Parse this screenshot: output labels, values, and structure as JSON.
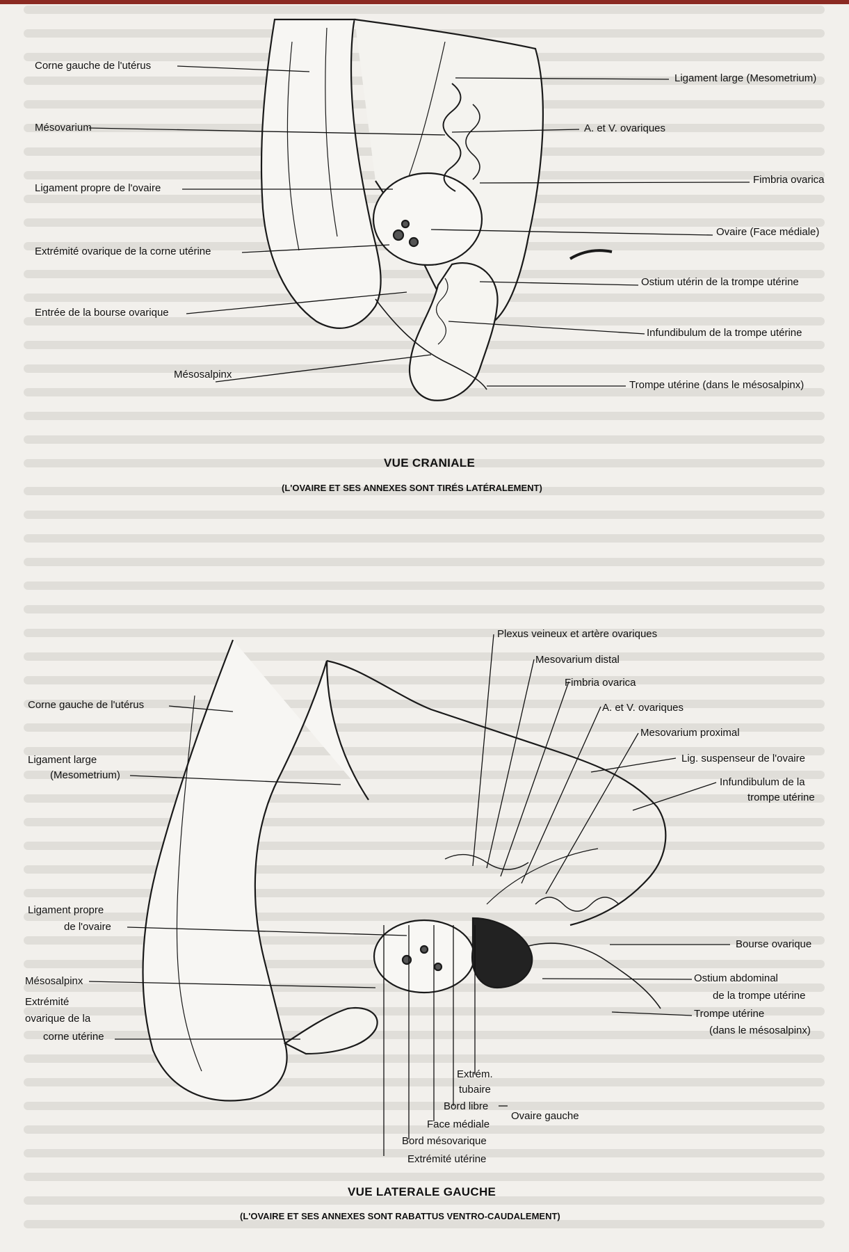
{
  "colors": {
    "ink": "#1a1a1a",
    "paper": "#f2f0ec",
    "ghost_text": "#c9c6c0",
    "top_bar": "#8b2a22"
  },
  "cranial": {
    "title": "VUE CRANIALE",
    "subtitle": "(L'OVAIRE ET SES ANNEXES SONT TIRÉS LATÉRALEMENT)",
    "left_labels": [
      "Corne gauche de l'utérus",
      "Mésovarium",
      "Ligament propre de l'ovaire",
      "Extrémité ovarique de la corne utérine",
      "Entrée de la bourse ovarique",
      "Mésosalpinx"
    ],
    "right_labels": [
      "Ligament large (Mesometrium)",
      "A. et V. ovariques",
      "Fimbria ovarica",
      "Ovaire (Face médiale)",
      "Ostium utérin de la trompe utérine",
      "Infundibulum de la trompe utérine",
      "Trompe utérine (dans le mésosalpinx)"
    ]
  },
  "lateral": {
    "title": "VUE LATERALE GAUCHE",
    "subtitle": "(L'OVAIRE ET SES ANNEXES SONT RABATTUS VENTRO-CAUDALEMENT)",
    "left_labels": {
      "corne": "Corne gauche de l'utérus",
      "ligament_large_1": "Ligament large",
      "ligament_large_2": "(Mesometrium)",
      "ligament_propre_1": "Ligament propre",
      "ligament_propre_2": "de l'ovaire",
      "mesosalpinx": "Mésosalpinx",
      "extremite_1": "Extrémité",
      "extremite_2": "ovarique de la",
      "extremite_3": "corne utérine"
    },
    "top_labels": {
      "plexus": "Plexus veineux et artère ovariques",
      "mesovarium_distal": "Mesovarium distal",
      "fimbria": "Fimbria ovarica",
      "av": "A. et V. ovariques",
      "mesovarium_proximal": "Mesovarium proximal",
      "lig_suspenseur": "Lig. suspenseur de l'ovaire",
      "infundibulum_1": "Infundibulum de la",
      "infundibulum_2": "trompe utérine"
    },
    "right_labels": {
      "bourse": "Bourse ovarique",
      "ostium_1": "Ostium abdominal",
      "ostium_2": "de la trompe utérine",
      "trompe_1": "Trompe utérine",
      "trompe_2": "(dans le mésosalpinx)"
    },
    "bottom_labels": {
      "extrem_1": "Extrém.",
      "extrem_2": "tubaire",
      "bord_libre": "Bord libre",
      "ovaire_gauche": "Ovaire gauche",
      "face_mediale": "Face médiale",
      "bord_mesovarique": "Bord mésovarique",
      "extremite_uterine": "Extrémité utérine"
    }
  }
}
